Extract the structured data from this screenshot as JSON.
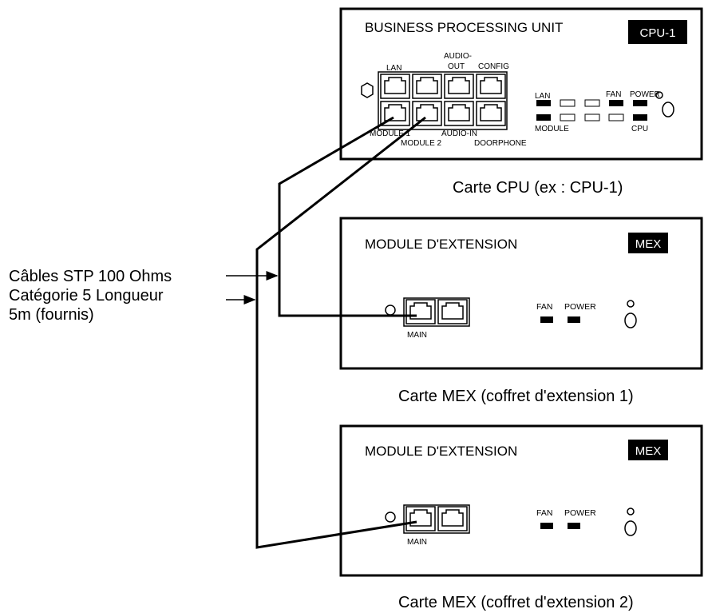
{
  "cpu_unit": {
    "title": "BUSINESS PROCESSING UNIT",
    "badge": "CPU-1",
    "port_labels": {
      "lan": "LAN",
      "audio_out_line1": "AUDIO-",
      "audio_out_line2": "OUT",
      "config": "CONFIG",
      "module1": "MODULE 1",
      "module2": "MODULE 2",
      "audio_in": "AUDIO-IN",
      "doorphone": "DOORPHONE"
    },
    "led_labels": {
      "lan": "LAN",
      "fan": "FAN",
      "power": "POWER",
      "module": "MODULE",
      "cpu": "CPU"
    },
    "caption": "Carte CPU (ex : CPU-1)"
  },
  "mex_units": [
    {
      "title": "MODULE D'EXTENSION",
      "badge": "MEX",
      "port_label": "MAIN",
      "led_fan": "FAN",
      "led_power": "POWER",
      "caption": "Carte MEX (coffret d'extension 1)"
    },
    {
      "title": "MODULE D'EXTENSION",
      "badge": "MEX",
      "port_label": "MAIN",
      "led_fan": "FAN",
      "led_power": "POWER",
      "caption": "Carte MEX (coffret d'extension 2)"
    }
  ],
  "cable_label": {
    "line1": "Câbles STP 100 Ohms",
    "line2": "Catégorie 5 Longueur",
    "line3": "5m (fournis)"
  }
}
